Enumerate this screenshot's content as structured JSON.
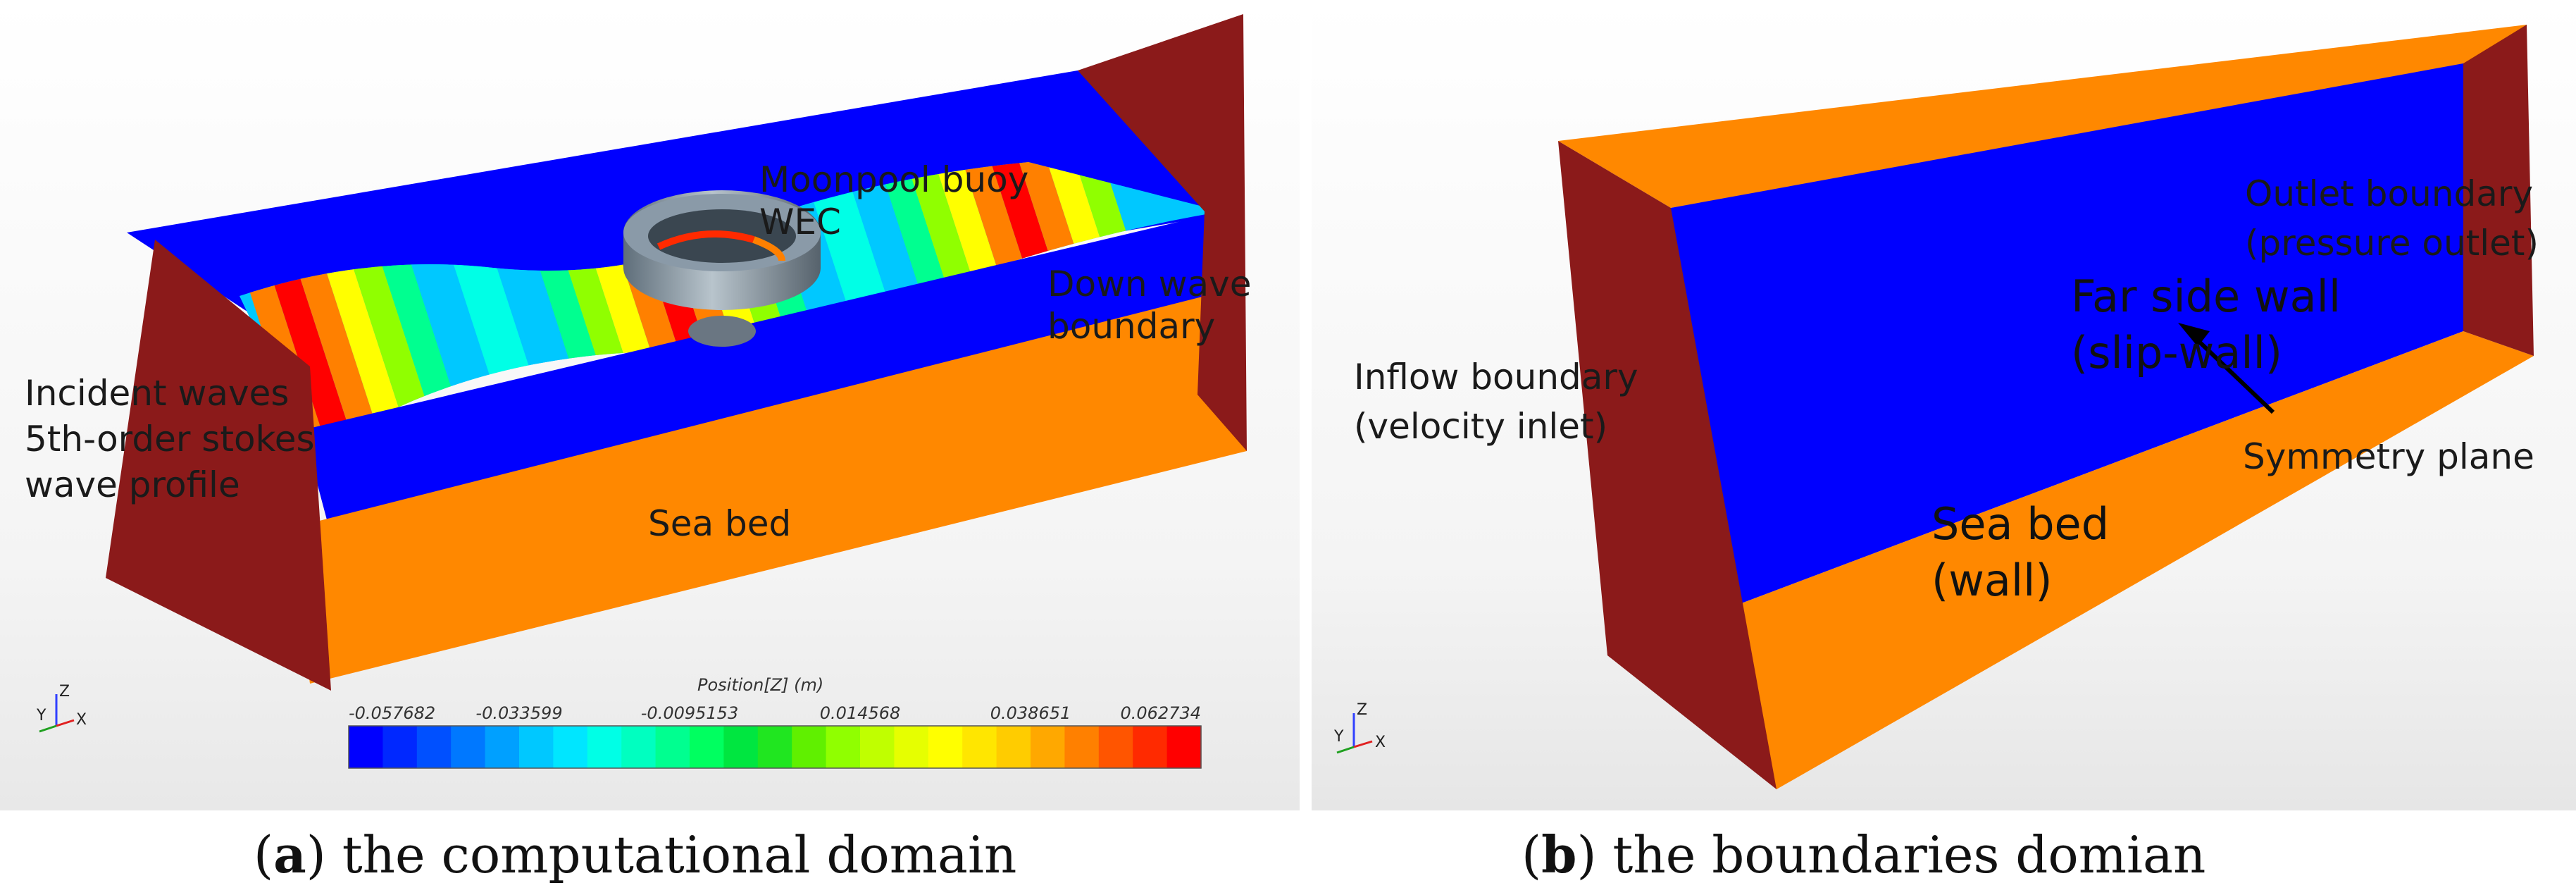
{
  "panel_a": {
    "labels": {
      "moonpool_line1": "Moonpool buoy",
      "moonpool_line2": "WEC",
      "down_wave_line1": "Down wave",
      "down_wave_line2": "boundary",
      "incident_line1": "Incident waves",
      "incident_line2": "5th-order stokes",
      "incident_line3": "wave profile",
      "sea_bed": "Sea bed"
    },
    "colorbar": {
      "title": "Position[Z] (m)",
      "ticks": [
        "-0.057682",
        "-0.033599",
        "-0.0095153",
        "0.014568",
        "0.038651",
        "0.062734"
      ],
      "colors": [
        "#0000ff",
        "#0028ff",
        "#0050ff",
        "#0078ff",
        "#00a0ff",
        "#00c8ff",
        "#00e6ff",
        "#00ffe6",
        "#00ffc0",
        "#00ff90",
        "#00ff60",
        "#00e640",
        "#20e620",
        "#60f000",
        "#90ff00",
        "#c0ff00",
        "#e6ff00",
        "#ffff00",
        "#ffe600",
        "#ffcc00",
        "#ffa800",
        "#ff8000",
        "#ff5500",
        "#ff2a00",
        "#ff0000"
      ]
    },
    "axes": {
      "x": "X",
      "y": "Y",
      "z": "Z"
    }
  },
  "panel_b": {
    "labels": {
      "far_wall_line1": "Far side wall",
      "far_wall_line2": "(slip-wall)",
      "inflow_line1": "Inflow boundary",
      "inflow_line2": "(velocity inlet)",
      "outlet_line1": "Outlet boundary",
      "outlet_line2": "(pressure outlet)",
      "symmetry": "Symmetry plane",
      "sea_bed_line1": "Sea bed",
      "sea_bed_line2": "(wall)"
    },
    "axes": {
      "x": "X",
      "y": "Y",
      "z": "Z"
    }
  },
  "captions": {
    "a_letter": "a",
    "a_text": "the computational domain",
    "b_letter": "b",
    "b_text": "the boundaries domian"
  },
  "colors": {
    "blue": "#0000ff",
    "orange": "#ff8800",
    "maroon": "#8b1a1a",
    "buoy": "#8a9aa8"
  }
}
